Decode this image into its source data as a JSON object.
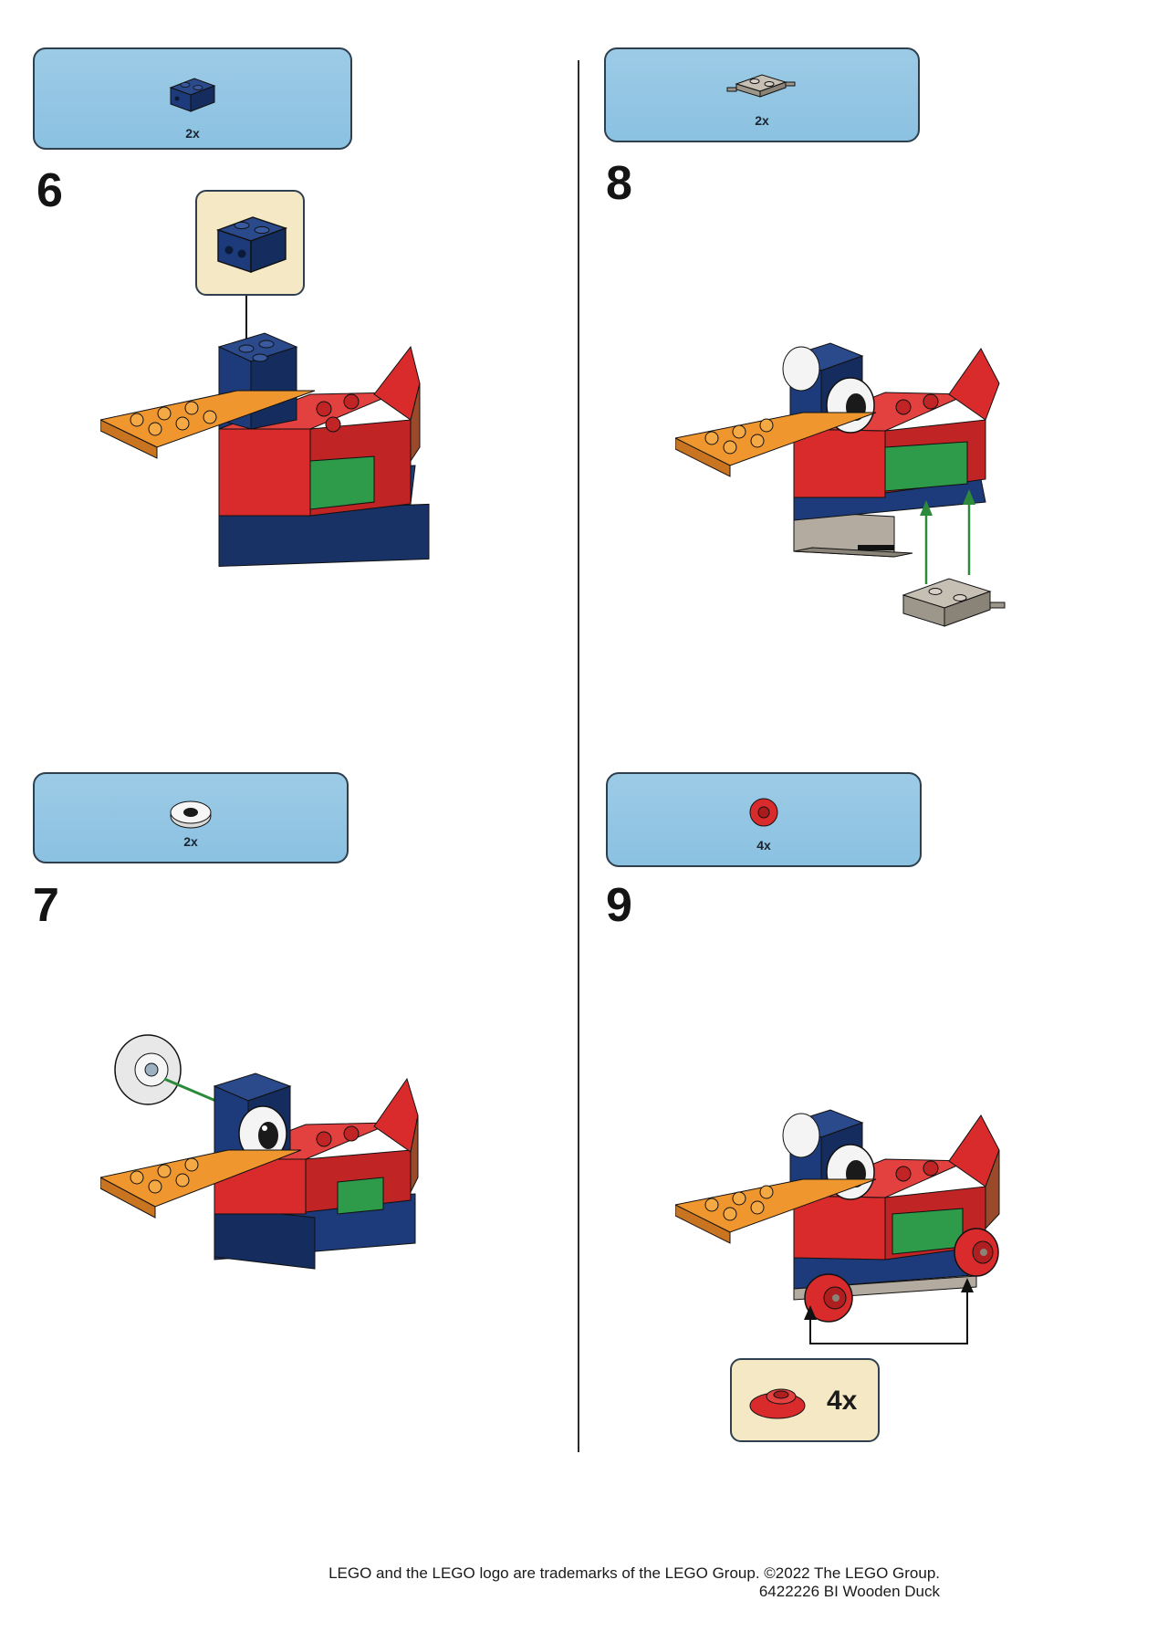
{
  "steps": [
    {
      "number": "6",
      "part_qty": "2x",
      "part_icon": "blue-brick-1x2-icon"
    },
    {
      "number": "7",
      "part_qty": "2x",
      "part_icon": "white-eye-tile-icon"
    },
    {
      "number": "8",
      "part_qty": "2x",
      "part_icon": "grey-wheel-holder-plate-icon"
    },
    {
      "number": "9",
      "part_qty": "4x",
      "part_icon": "red-wheel-icon"
    }
  ],
  "callouts": {
    "step9_qty": "4x"
  },
  "footer": {
    "line1": "LEGO and the LEGO logo are trademarks of the LEGO Group. ©2022 The LEGO Group.",
    "line2": "6422226 BI Wooden Duck"
  },
  "colors": {
    "parts_box": "#8bc1e1",
    "callout": "#f4e8c5",
    "brick_red": "#d92b2b",
    "brick_blue": "#1d3b7a",
    "brick_green": "#2d9b4a",
    "brick_orange": "#f0962e",
    "brick_grey": "#b3ab9f"
  }
}
